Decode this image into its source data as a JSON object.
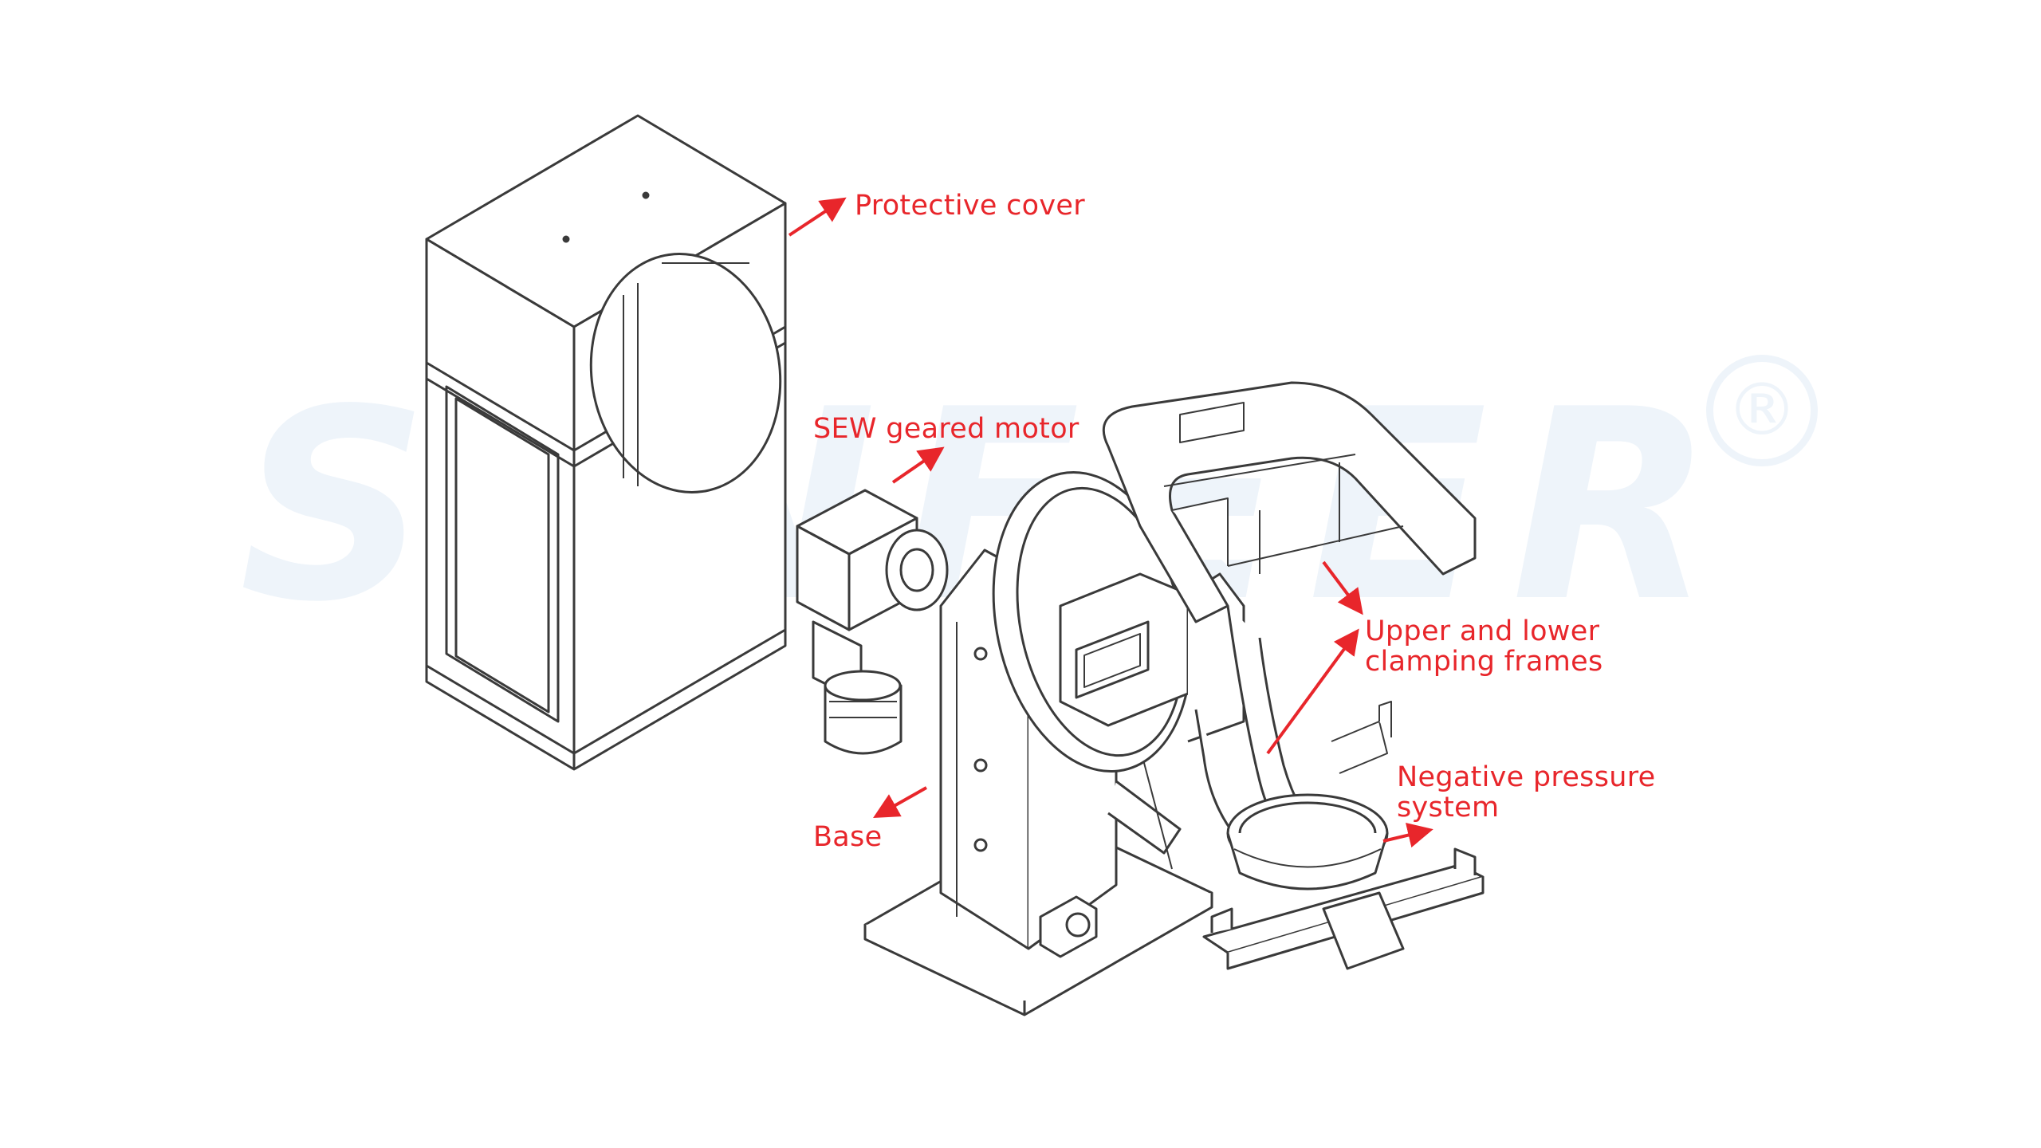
{
  "colors": {
    "label": "#e8262b",
    "line": "#3a3a3a",
    "watermark": "#eef4fa",
    "background": "#ffffff"
  },
  "watermark": {
    "text": "SENFEER",
    "registered_mark": "®"
  },
  "labels": {
    "protective_cover": "Protective cover",
    "sew_geared_motor": "SEW geared motor",
    "base": "Base",
    "clamping_frames_line1": "Upper and lower",
    "clamping_frames_line2": "clamping frames",
    "negative_pressure_line1": "Negative pressure",
    "negative_pressure_line2": "system"
  }
}
